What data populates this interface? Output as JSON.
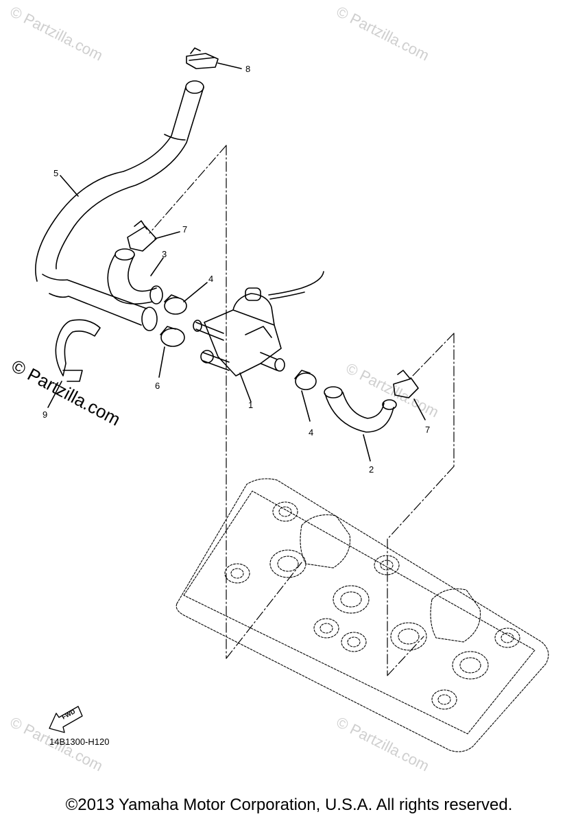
{
  "callouts": [
    {
      "id": "8",
      "label": "8"
    },
    {
      "id": "5",
      "label": "5"
    },
    {
      "id": "7a",
      "label": "7"
    },
    {
      "id": "3",
      "label": "3"
    },
    {
      "id": "4a",
      "label": "4"
    },
    {
      "id": "6",
      "label": "6"
    },
    {
      "id": "9",
      "label": "9"
    },
    {
      "id": "1",
      "label": "1"
    },
    {
      "id": "4b",
      "label": "4"
    },
    {
      "id": "7b",
      "label": "7"
    },
    {
      "id": "2",
      "label": "2"
    }
  ],
  "fwd_label": "FWD",
  "diagram_code": "14B1300-H120",
  "watermark_text": "© Partzilla.com",
  "copyright": "©2013 Yamaha Motor Corporation, U.S.A. All rights reserved."
}
